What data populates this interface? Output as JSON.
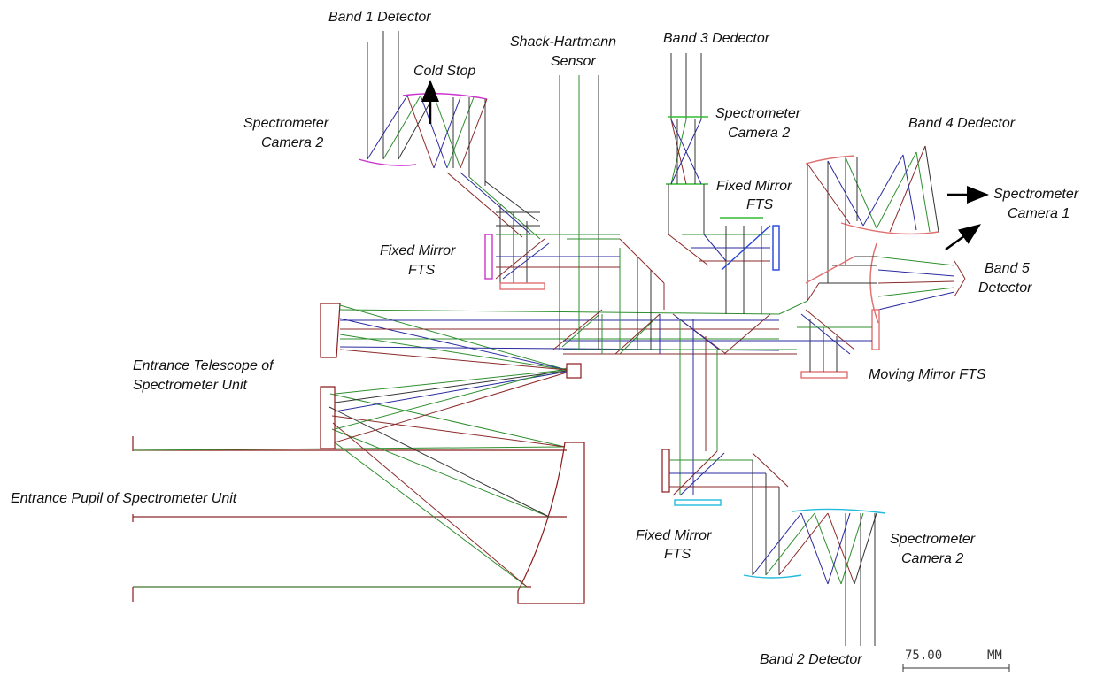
{
  "labels": {
    "band1_detector": "Band 1 Detector",
    "cold_stop": "Cold Stop",
    "spec_cam2_left_l1": "Spectrometer",
    "spec_cam2_left_l2": "Camera 2",
    "shack_l1": "Shack-Hartmann",
    "shack_l2": "Sensor",
    "band3_detector": "Band 3 Dedector",
    "spec_cam2_top_l1": "Spectrometer",
    "spec_cam2_top_l2": "Camera 2",
    "band4_detector": "Band 4 Dedector",
    "fixed_mirror_top_l1": "Fixed Mirror",
    "fixed_mirror_top_l2": "FTS",
    "spec_cam1_l1": "Spectrometer",
    "spec_cam1_l2": "Camera 1",
    "fixed_mirror_left_l1": "Fixed Mirror",
    "fixed_mirror_left_l2": "FTS",
    "band5_l1": "Band 5",
    "band5_l2": "Detector",
    "entrance_telescope_l1": "Entrance Telescope of",
    "entrance_telescope_l2": "Spectrometer  Unit",
    "moving_mirror": "Moving Mirror FTS",
    "entrance_pupil": "Entrance Pupil of Spectrometer Unit",
    "fixed_mirror_bottom_l1": "Fixed Mirror",
    "fixed_mirror_bottom_l2": "FTS",
    "spec_cam2_bottom_l1": "Spectrometer",
    "spec_cam2_bottom_l2": "Camera 2",
    "band2_detector": "Band 2 Detector"
  },
  "scale_bar": {
    "value": "75.00",
    "unit": "MM"
  },
  "colors": {
    "mechanical": "#8b1a1a",
    "ray_red": "#8b2a2a",
    "ray_green": "#2f8f2f",
    "ray_blue": "#2a2aa0",
    "mirror_magenta": "#cc33cc",
    "mirror_blue": "#2244dd",
    "mirror_cyan": "#22bbdd",
    "mirror_pink": "#e07070",
    "mirror_green": "#33bb33"
  }
}
